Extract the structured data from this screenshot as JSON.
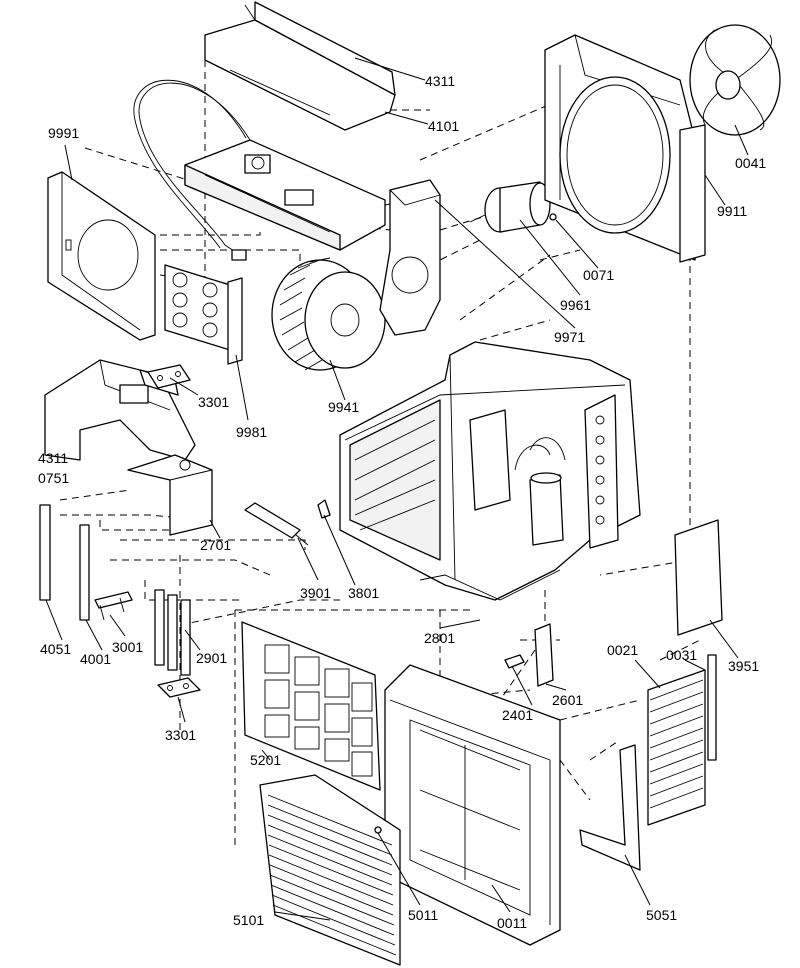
{
  "labels": {
    "p4311a": "4311",
    "p4101": "4101",
    "p9991": "9991",
    "p0041": "0041",
    "p9911": "9911",
    "p0071": "0071",
    "p9961": "9961",
    "p9971": "9971",
    "p3301a": "3301",
    "p9981": "9981",
    "p9941": "9941",
    "p4311b": "4311",
    "p0751": "0751",
    "p2701": "2701",
    "p3901": "3901",
    "p3801": "3801",
    "p2801": "2801",
    "p3951": "3951",
    "p4051": "4051",
    "p3001": "3001",
    "p2901": "2901",
    "p4001": "4001",
    "p3301b": "3301",
    "p2401": "2401",
    "p2601": "2601",
    "p0021": "0021",
    "p0031": "0031",
    "p5201": "5201",
    "p5101": "5101",
    "p5011": "5011",
    "p0011": "0011",
    "p5051": "5051"
  }
}
